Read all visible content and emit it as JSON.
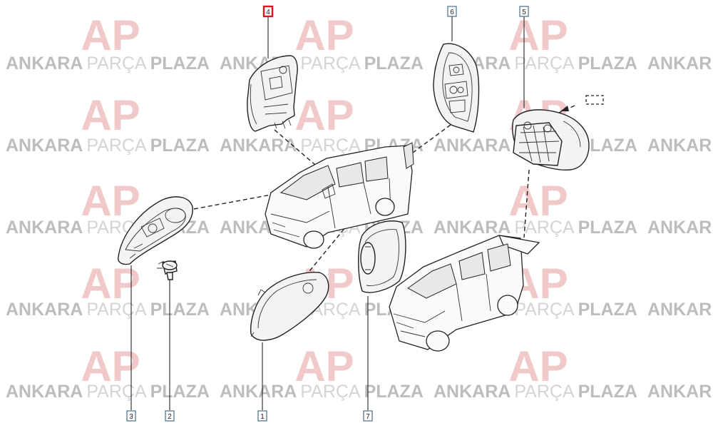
{
  "watermark": {
    "segments": [
      "ANKARA",
      "PARÇA",
      "PLAZA"
    ],
    "wrap_text": "ANKAR",
    "logo_letters": "AP",
    "colors": {
      "dark": "#bdbdbd",
      "light": "#d4d4d4",
      "logo": "#f1c9c9"
    }
  },
  "callouts": [
    {
      "id": "4",
      "label": "4",
      "highlighted": true
    },
    {
      "id": "6",
      "label": "6",
      "highlighted": false
    },
    {
      "id": "5",
      "label": "5",
      "highlighted": false
    },
    {
      "id": "3",
      "label": "3",
      "highlighted": false
    },
    {
      "id": "2",
      "label": "2",
      "highlighted": false
    },
    {
      "id": "1",
      "label": "1",
      "highlighted": false
    },
    {
      "id": "7",
      "label": "7",
      "highlighted": false
    }
  ],
  "highlight_color": "#e0161e"
}
